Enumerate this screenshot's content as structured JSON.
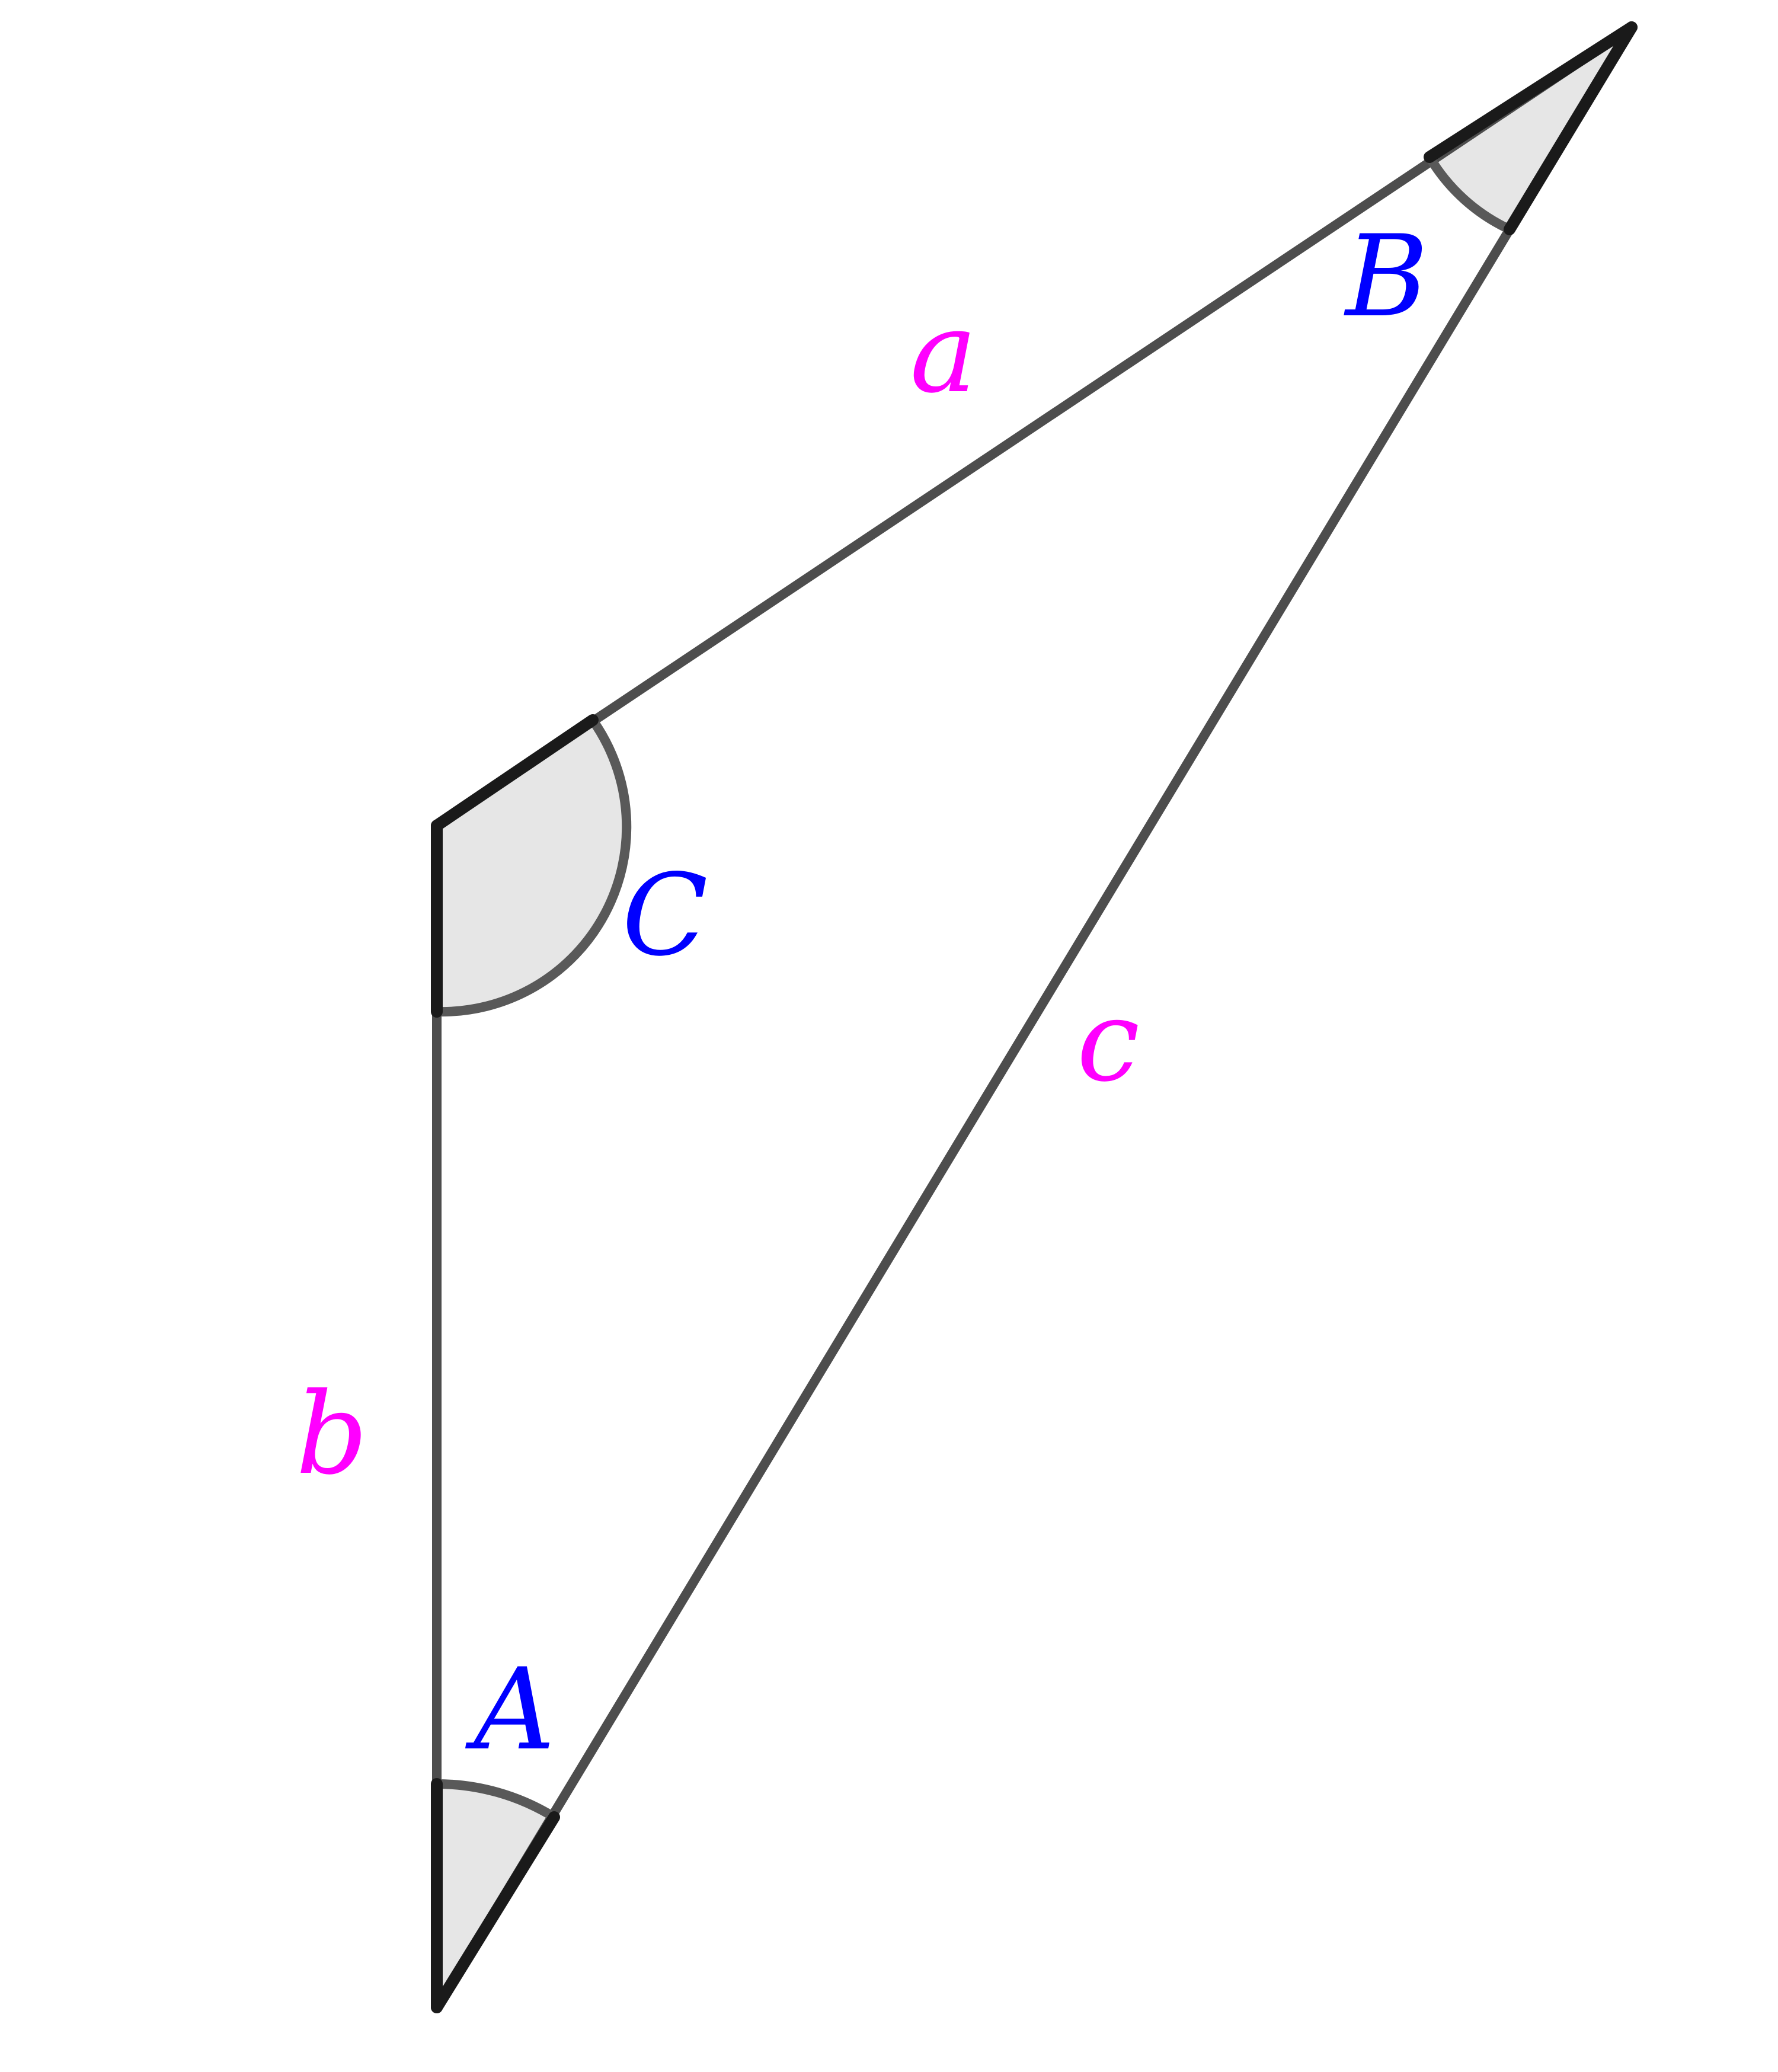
{
  "diagram": {
    "vertices": {
      "a": "A",
      "b": "B",
      "c": "C"
    },
    "sides": {
      "a": "a",
      "b": "b",
      "c": "c"
    },
    "colors": {
      "vertex_label": "#0000ff",
      "side_label": "#ff00ff",
      "edge": "#4d4d4d",
      "edge_dark": "#1a1a1a",
      "angle_fill": "#e6e6e6",
      "angle_stroke": "#595959"
    }
  }
}
